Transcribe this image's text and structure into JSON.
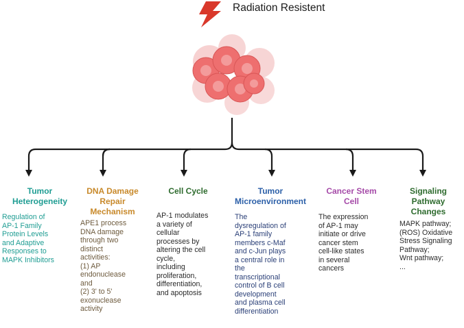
{
  "header": {
    "title": "Radiation Resistent"
  },
  "columns": [
    {
      "title_lines": [
        "Tumor",
        "Heterogeneity"
      ],
      "title_color": "#1f9d93",
      "text_color": "#1f9d93",
      "text_lines": [
        "Regulation of",
        "AP-1  Family",
        "Protein Levels",
        "and Adaptive",
        "Responses to",
        "MAPK Inhibitors"
      ]
    },
    {
      "title_lines": [
        "DNA Damage",
        "Repair",
        "Mechanism"
      ],
      "title_color": "#c8892a",
      "text_color": "#6d5a3d",
      "text_lines": [
        "APE1 process",
        "DNA damage",
        "through two",
        "distinct",
        "activities:",
        "(1) AP",
        "endonuclease",
        "and",
        "(2) 3' to 5'",
        "exonuclease",
        "activity"
      ]
    },
    {
      "title_lines": [
        "Cell Cycle"
      ],
      "title_color": "#2e6b2e",
      "text_color": "#2a2a2a",
      "text_lines": [
        "AP-1 modulates",
        "a variety of",
        "cellular",
        "processes by",
        "altering the cell",
        "cycle,",
        "including",
        "proliferation,",
        "differentiation,",
        "and apoptosis"
      ]
    },
    {
      "title_lines": [
        "Tumor",
        "Microenvironment"
      ],
      "title_color": "#2b5fa8",
      "text_color": "#2a3f77",
      "text_lines": [
        "The",
        "dysregulation of",
        "AP-1 family",
        "members c-Maf",
        "and c-Jun plays",
        "a central  role in",
        "the",
        "transcriptional",
        "control of B cell",
        "development",
        "and plasma  cell",
        "differentiation"
      ]
    },
    {
      "title_lines": [
        "Cancer Stem",
        "Cell"
      ],
      "title_color": "#a54aa8",
      "text_color": "#2a2a2a",
      "text_lines": [
        "The expression",
        "of AP-1 may",
        "initiate or drive",
        "cancer stem",
        "cell-like states",
        "in several",
        "cancers"
      ]
    },
    {
      "title_lines": [
        "Signaling",
        "Pathway",
        "Changes"
      ],
      "title_color": "#2e6b2e",
      "text_color": "#2a2a2a",
      "text_lines": [
        "MAPK pathway;",
        "(ROS) Oxidative",
        "Stress Signaling",
        "Pathway;",
        "Wnt pathway;",
        "..."
      ]
    }
  ]
}
